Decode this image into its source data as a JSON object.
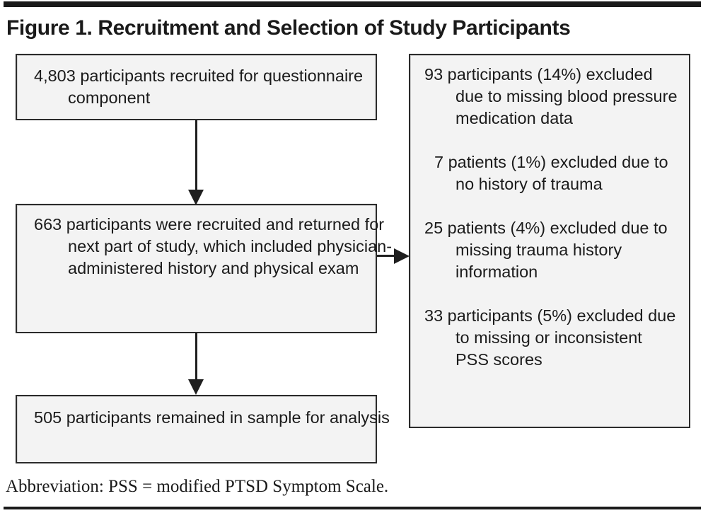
{
  "figure": {
    "title": "Figure 1. Recruitment and Selection of Study Participants",
    "footnote": "Abbreviation: PSS = modified PTSD Symptom Scale.",
    "rule_color": "#1a1a1a",
    "box_fill": "#f3f3f3",
    "box_border": "#2b2b2b",
    "text_color": "#1b1b1b"
  },
  "flow": {
    "boxes": [
      {
        "id": "recruited",
        "text": "4,803 participants recruited for questionnaire component",
        "count": "4,803"
      },
      {
        "id": "returned",
        "text": "663 participants were recruited and returned for next part of study, which included physician-administered history and physical exam",
        "count": "663"
      },
      {
        "id": "remained",
        "text": "505 participants remained in sample for analysis",
        "count": "505"
      }
    ],
    "arrows": [
      {
        "id": "recruited-to-returned",
        "direction": "down"
      },
      {
        "id": "returned-to-remained",
        "direction": "down"
      },
      {
        "id": "returned-to-exclusions",
        "direction": "right"
      }
    ]
  },
  "exclusions": {
    "items": [
      {
        "count": "93",
        "text": "93 participants (14%) excluded due to missing blood pressure medication data",
        "percent": "14%"
      },
      {
        "count": "7",
        "text": "7 patients (1%) excluded due to no history of trauma",
        "percent": "1%"
      },
      {
        "count": "25",
        "text": "25 patients (4%) excluded due to missing trauma history information",
        "percent": "4%"
      },
      {
        "count": "33",
        "text": "33 participants (5%) excluded due to missing or inconsistent PSS scores",
        "percent": "5%"
      }
    ]
  }
}
